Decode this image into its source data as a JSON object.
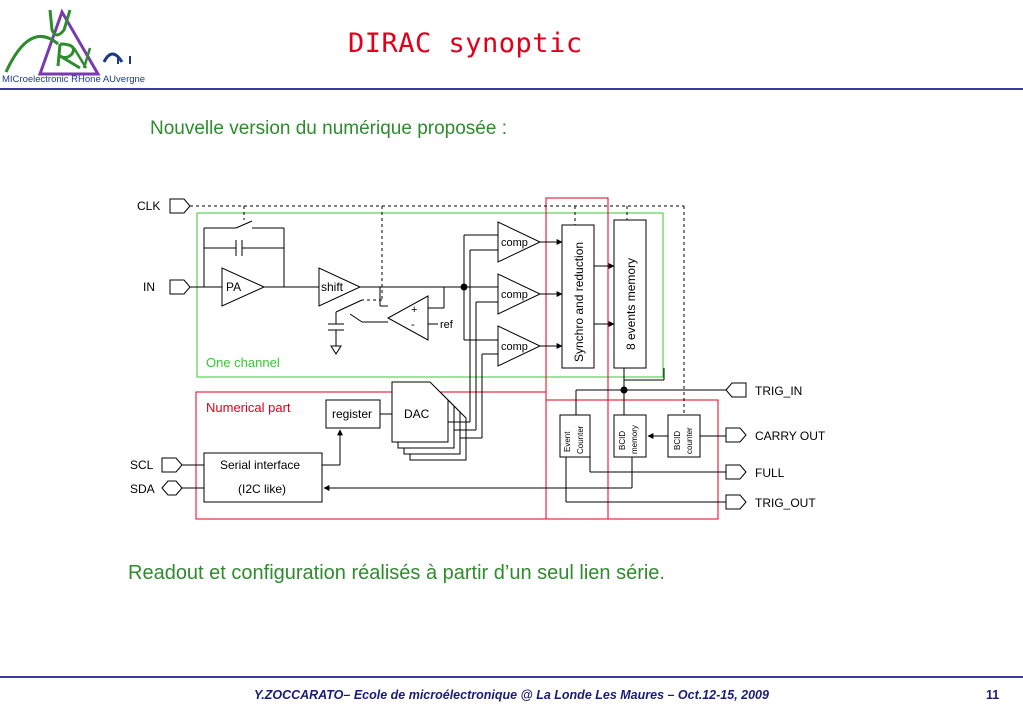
{
  "header": {
    "logo_caption": "MICroelectronic RHone AUvergne",
    "title": "DIRAC synoptic"
  },
  "subtitle": "Nouvelle version du numérique proposée :",
  "diagram": {
    "inputs": {
      "clk": "CLK",
      "in": "IN",
      "scl": "SCL",
      "sda": "SDA"
    },
    "outputs": {
      "trig_in": "TRIG_IN",
      "carry_out": "CARRY OUT",
      "full": "FULL",
      "trig_out": "TRIG_OUT"
    },
    "blocks": {
      "pa": "PA",
      "shift": "shift",
      "plus": "+",
      "minus": "-",
      "ref": "ref",
      "comp": "comp",
      "synchro": "Synchro and reduction",
      "memory8": "8 events memory",
      "register": "register",
      "dac": "DAC",
      "serial1": "Serial interface",
      "serial2": "(I2C like)",
      "event1": "Event",
      "event2": "Counter",
      "bcidmem1": "BCID",
      "bcidmem2": "memory",
      "bcidcnt1": "BCID",
      "bcidcnt2": "counter"
    },
    "regions": {
      "one_channel": "One channel",
      "numerical_part": "Numerical part"
    },
    "colors": {
      "channel_box": "#33cc33",
      "numerical_box": "#e0001b",
      "title": "#e0001b",
      "green_text": "#2e8b2e"
    }
  },
  "bottom_text": "Readout et configuration réalisés à partir d’un seul lien série.",
  "footer": {
    "text": "Y.ZOCCARATO– Ecole de microélectronique @ La Londe Les Maures – Oct.12-15, 2009",
    "page": "11"
  }
}
